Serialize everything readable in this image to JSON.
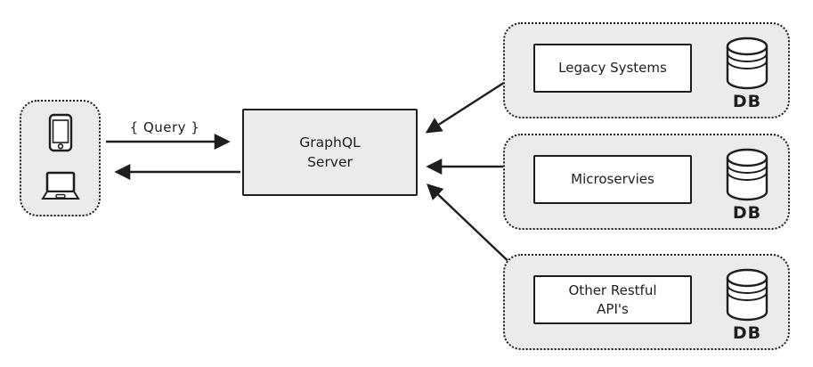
{
  "diagram": {
    "query_label": "{ Query }",
    "server": {
      "label": "GraphQL\nServer"
    },
    "clients": {
      "icons": [
        "smartphone-icon",
        "laptop-icon"
      ]
    },
    "backends": [
      {
        "label": "Legacy Systems",
        "db_label": "DB"
      },
      {
        "label": "Microservies",
        "db_label": "DB"
      },
      {
        "label": "Other Restful\nAPI's",
        "db_label": "DB"
      }
    ],
    "colors": {
      "group_fill": "#e9ebed",
      "stroke": "#1e1e1e",
      "box_fill": "#ffffff"
    }
  }
}
